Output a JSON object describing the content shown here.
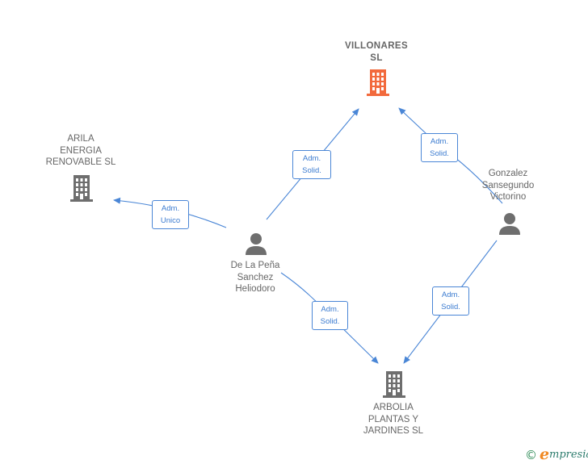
{
  "colors": {
    "edge": "#4a86d6",
    "company_main": "#f26a3d",
    "company": "#6e6e6e",
    "person": "#6e6e6e"
  },
  "nodes": {
    "villonares": {
      "label": "VILLONARES\nSL",
      "icon": "building-icon"
    },
    "arila": {
      "label": "ARILA\nENERGIA\nRENOVABLE SL",
      "icon": "building-icon"
    },
    "gonzalez": {
      "label": "Gonzalez\nSansegundo\nVictorino",
      "icon": "person-icon"
    },
    "delapena": {
      "label": "De La Peña\nSanchez\nHeliodoro",
      "icon": "person-icon"
    },
    "arbolia": {
      "label": "ARBOLIA\nPLANTAS Y\nJARDINES SL",
      "icon": "building-icon"
    }
  },
  "edges": [
    {
      "id": "e1",
      "line1": "Adm.",
      "line2": "Solid."
    },
    {
      "id": "e2",
      "line1": "Adm.",
      "line2": "Solid."
    },
    {
      "id": "e3",
      "line1": "Adm.",
      "line2": "Unico"
    },
    {
      "id": "e4",
      "line1": "Adm.",
      "line2": "Solid."
    },
    {
      "id": "e5",
      "line1": "Adm.",
      "line2": "Solid."
    }
  ],
  "brand": {
    "copyright": "©",
    "initial": "e",
    "name": "mpresia"
  }
}
